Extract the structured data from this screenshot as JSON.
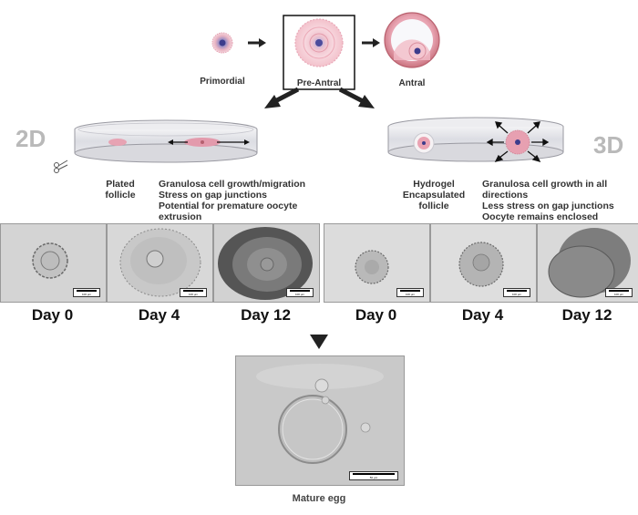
{
  "stages": {
    "primordial": "Primordial",
    "preantral": "Pre-Antral",
    "antral": "Antral"
  },
  "culture2d": {
    "tag": "2D",
    "follicle_label": "Plated\nfollicle",
    "notes": [
      "Granulosa cell growth/migration",
      "Stress on gap junctions",
      "Potential for premature oocyte extrusion"
    ]
  },
  "culture3d": {
    "tag": "3D",
    "follicle_label": "Hydrogel\nEncapsulated\nfollicle",
    "notes": [
      "Granulosa cell growth in all directions",
      "Less stress on gap junctions",
      "Oocyte remains enclosed"
    ]
  },
  "days2d": [
    "Day 0",
    "Day 4",
    "Day 12"
  ],
  "days3d": [
    "Day 0",
    "Day 4",
    "Day 12"
  ],
  "scale_text": "100 µm",
  "final_scale_text": "50 µm",
  "final_label": "Mature egg"
}
